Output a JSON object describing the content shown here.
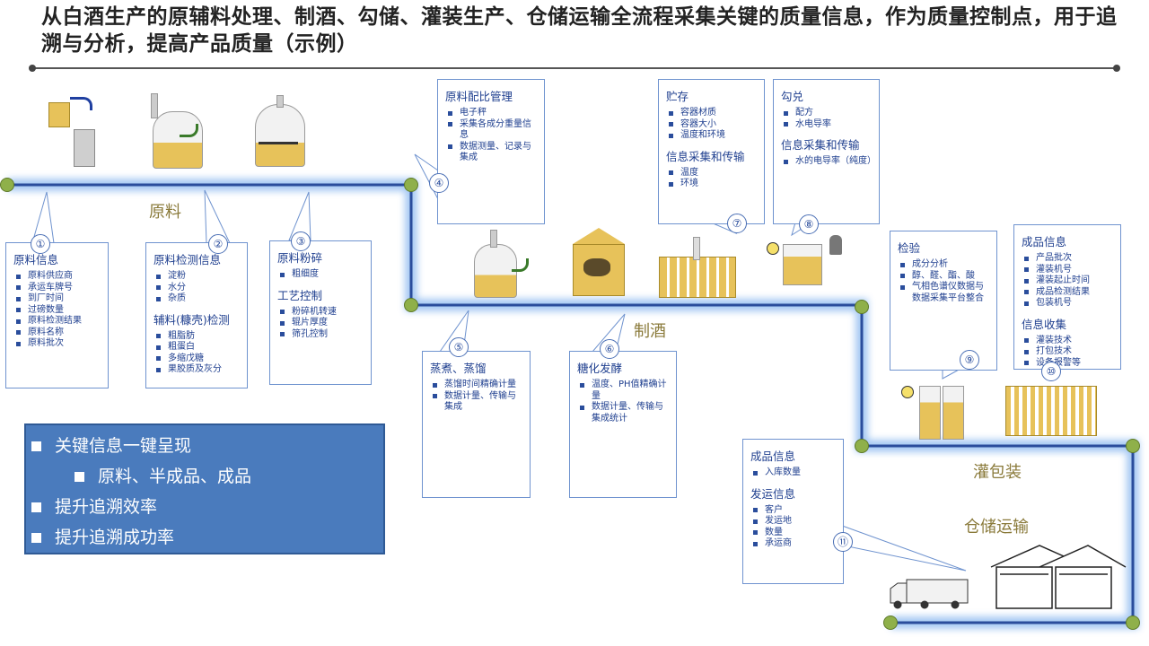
{
  "title": "从白酒生产的原辅料处理、制酒、勾储、灌装生产、仓储运输全流程采集关键的质量信息，作为质量控制点，用于追溯与分析，提高产品质量（示例）",
  "stages": {
    "raw": "原料",
    "brew": "制酒",
    "pack": "灌包装",
    "store": "仓储运输"
  },
  "numbers": [
    "①",
    "②",
    "③",
    "④",
    "⑤",
    "⑥",
    "⑦",
    "⑧",
    "⑨",
    "⑩",
    "⑪"
  ],
  "boxes": {
    "b1": {
      "h1": "原料信息",
      "items1": [
        "原料供应商",
        "承运车牌号",
        "到厂时间",
        "过磅数量",
        "原料检测结果",
        "原料名称",
        "原料批次"
      ]
    },
    "b2": {
      "h1": "原料检测信息",
      "items1": [
        "淀粉",
        "水分",
        "杂质"
      ],
      "h2": "辅料(糠壳)检测",
      "items2": [
        "粗脂肪",
        "粗蛋白",
        "多缩戊糖",
        "果胶质及灰分"
      ]
    },
    "b3": {
      "h1": "原料粉碎",
      "items1": [
        "粗细度"
      ],
      "h2": "工艺控制",
      "items2": [
        "粉碎机转速",
        "辊片厚度",
        "筛孔控制"
      ]
    },
    "b4": {
      "h1": "原料配比管理",
      "items1": [
        "电子秤",
        "采集各成分重量信息",
        "数据测量、记录与集成"
      ]
    },
    "b5": {
      "h1": "蒸煮、蒸馏",
      "items1": [
        "蒸馏时间精确计量",
        "数据计量、传输与集成"
      ]
    },
    "b6": {
      "h1": "糖化发酵",
      "items1": [
        "温度、PH值精确计量",
        "数据计量、传输与集成统计"
      ]
    },
    "b7": {
      "h1": "贮存",
      "items1": [
        "容器材质",
        "容器大小",
        "温度和环境"
      ],
      "h2": "信息采集和传输",
      "items2": [
        "温度",
        "环境"
      ]
    },
    "b8": {
      "h1": "勾兑",
      "items1": [
        "配方",
        "水电导率"
      ],
      "h2": "信息采集和传输",
      "items2": [
        "水的电导率（纯度）"
      ]
    },
    "b9": {
      "h1": "检验",
      "items1": [
        "成分分析",
        "醇、醛、酯、酸",
        "气相色谱仪数据与数据采集平台整合"
      ]
    },
    "b10": {
      "h1": "成品信息",
      "items1": [
        "产品批次",
        "灌装机号",
        "灌装起止时间",
        "成品检测结果",
        "包装机号"
      ],
      "h2": "信息收集",
      "items2": [
        "灌装技术",
        "打包技术",
        "设备报警等"
      ]
    },
    "b11": {
      "h1": "成品信息",
      "items1": [
        "入库数量"
      ],
      "h2": "发运信息",
      "items2": [
        "客户",
        "发运地",
        "数量",
        "承运商"
      ]
    }
  },
  "key_points": [
    "关键信息一键呈现",
    "原料、半成品、成品",
    "提升追溯效率",
    "提升追溯成功率"
  ],
  "colors": {
    "flow_line": "#2a4d9c",
    "glow": "#9cc3f2",
    "node": "#8fb04a",
    "key_box": "#4a7bbd"
  }
}
